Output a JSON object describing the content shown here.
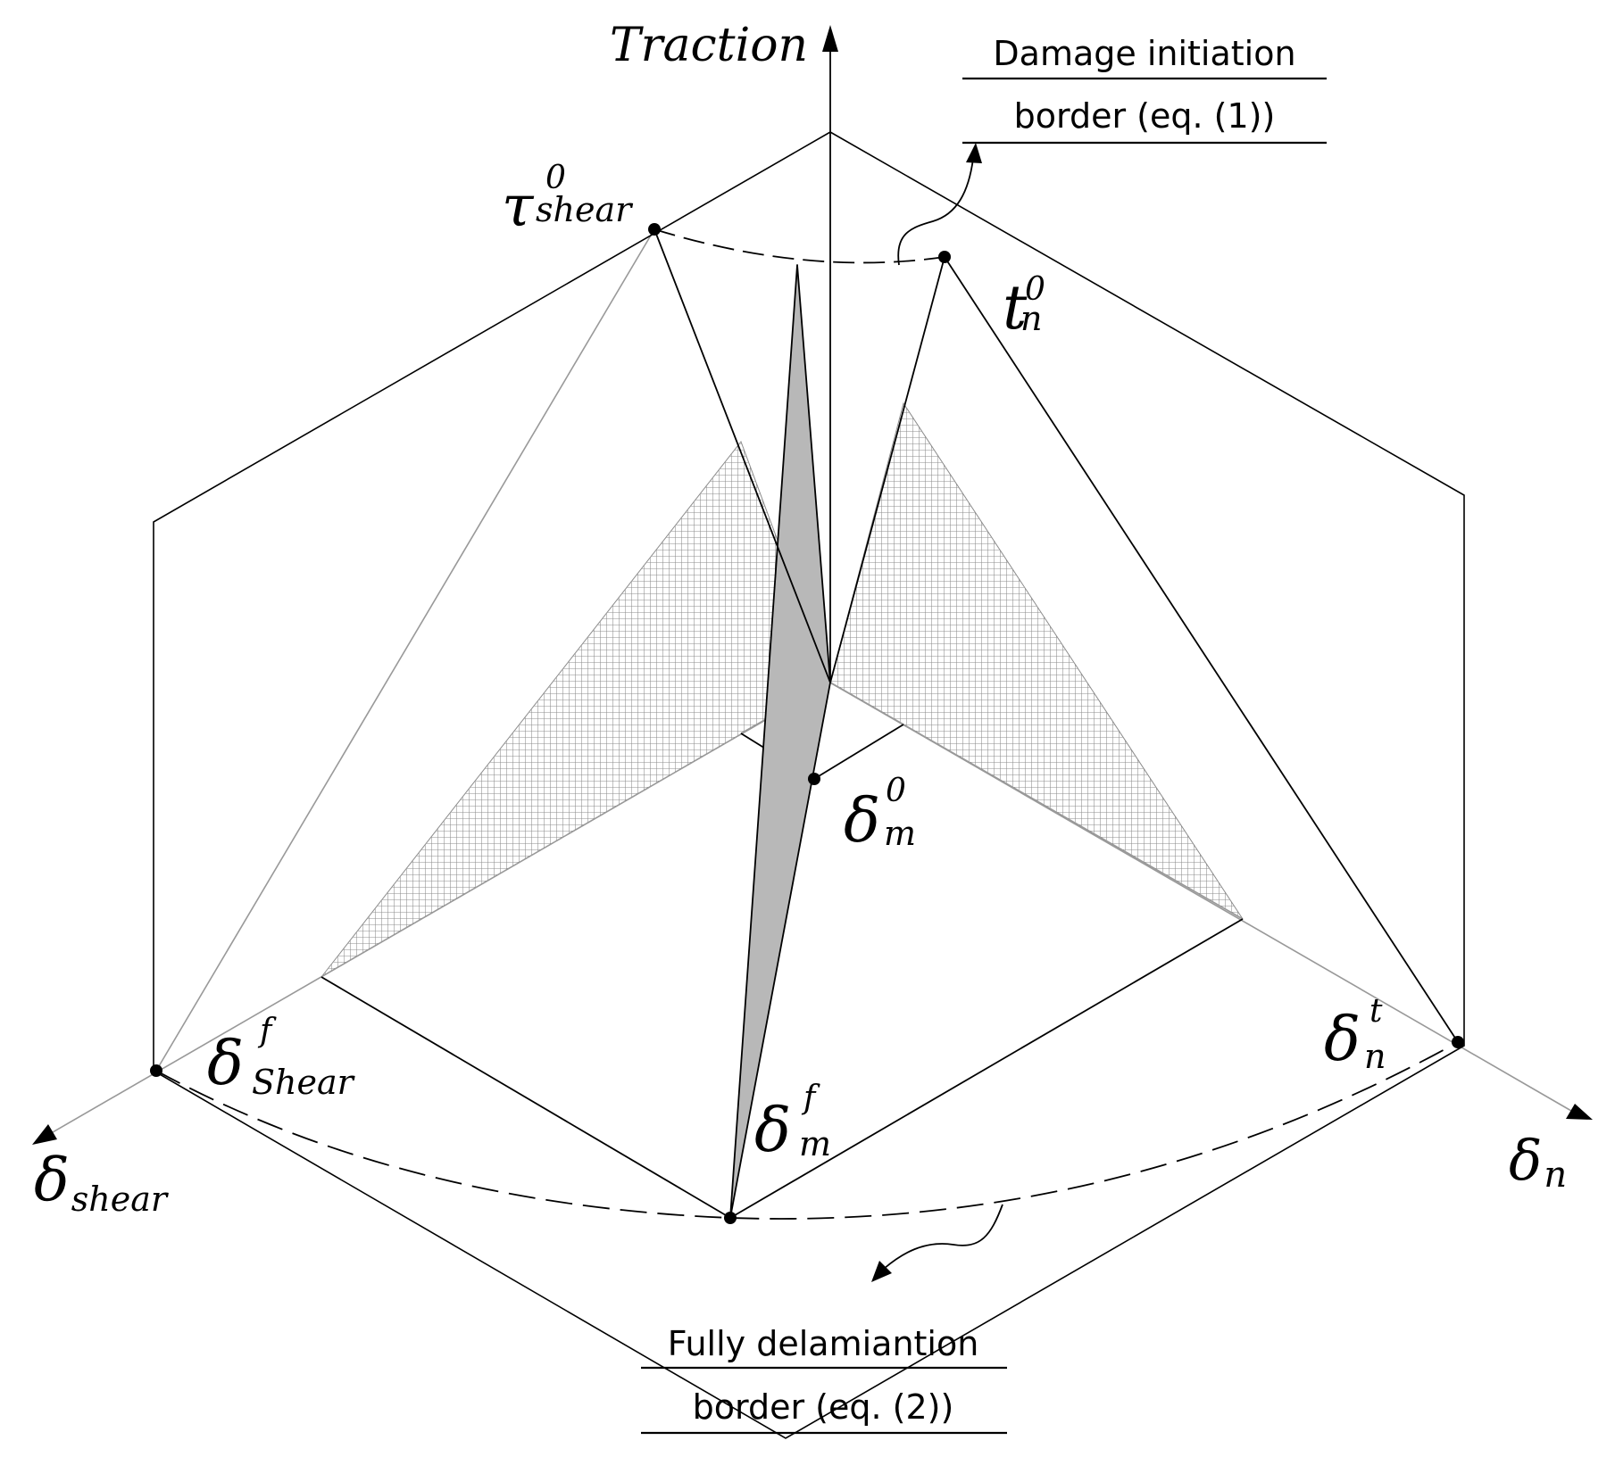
{
  "axes": {
    "vertical": "Traction",
    "shear_symbol": "δ",
    "shear_sub": "shear",
    "normal_symbol": "δ",
    "normal_sub": "n"
  },
  "points": {
    "tau_shear": {
      "symbol": "τ",
      "sup": "0",
      "sub": "shear"
    },
    "t_n": {
      "symbol": "t",
      "sup": "0",
      "sub": "n"
    },
    "delta_m0": {
      "symbol": "δ",
      "sup": "0",
      "sub": "m"
    },
    "delta_shear_f": {
      "symbol": "δ",
      "sup": "f",
      "sub": "Shear"
    },
    "delta_mf": {
      "symbol": "δ",
      "sup": "f",
      "sub": "m"
    },
    "delta_nt": {
      "symbol": "δ",
      "sup": "t",
      "sub": "n"
    }
  },
  "callouts": {
    "damage_initiation": {
      "line1": "Damage initiation",
      "line2": "border (eq. (1))"
    },
    "full_delamination": {
      "line1": "Fully delamiantion",
      "line2": "border (eq. (2))"
    }
  },
  "colors": {
    "ink": "#000000",
    "construction_gray": "#999999",
    "triangle_fill": "#b8b8b8",
    "hatch": "#8c8c8c"
  }
}
